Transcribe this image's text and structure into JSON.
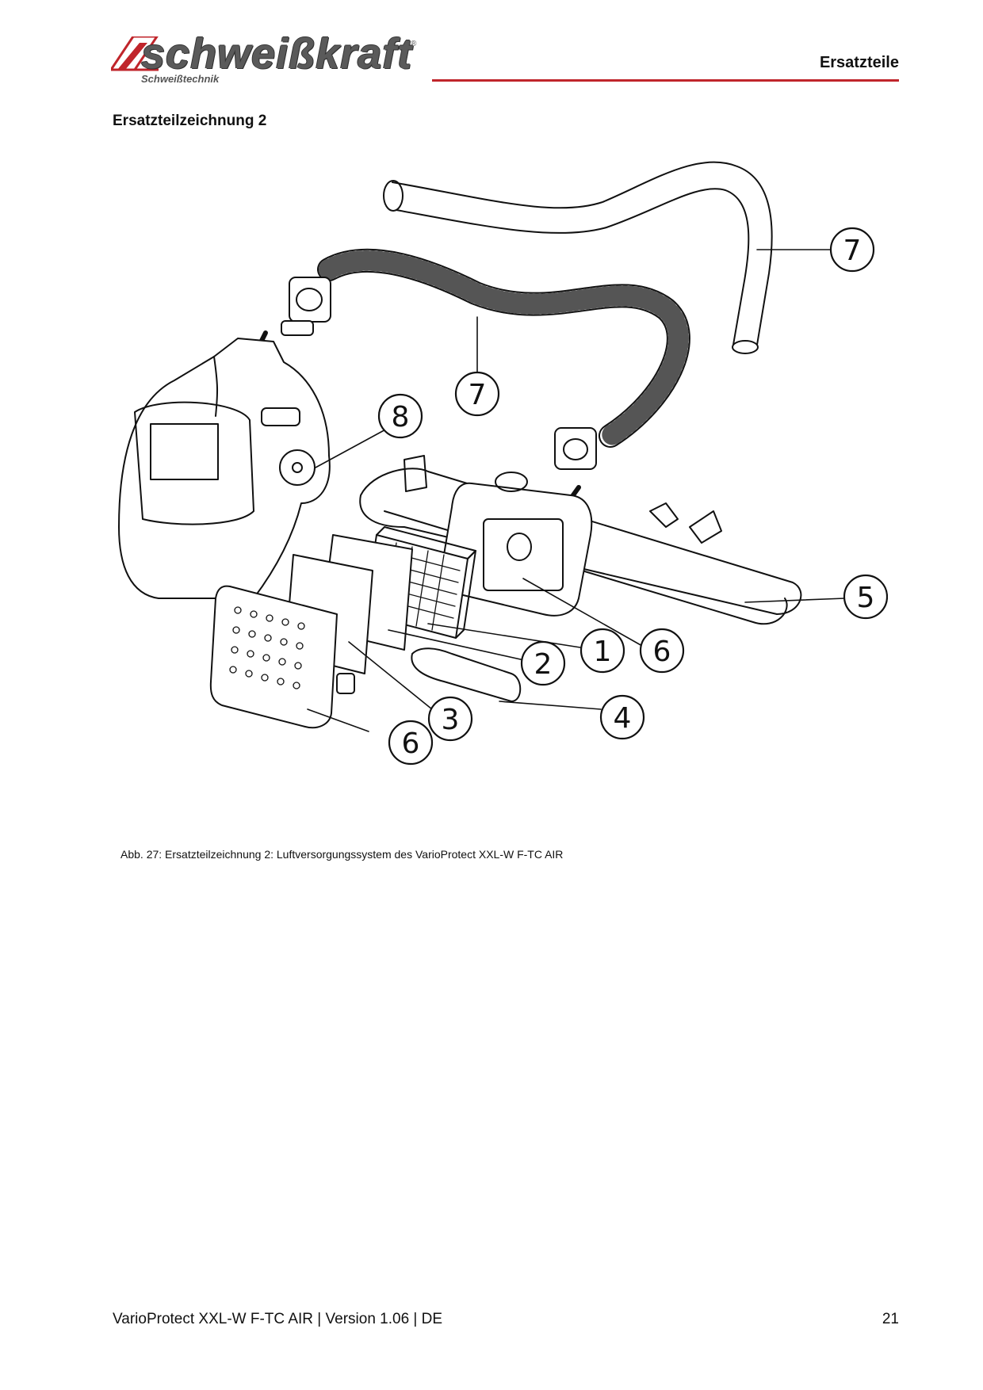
{
  "header": {
    "brand": "schweißkraft",
    "brand_sub": "Schweißtechnik",
    "registered": "®",
    "section_label": "Ersatzteile",
    "accent_color": "#c0252b"
  },
  "page_title": "Ersatzteilzeichnung 2",
  "figure": {
    "callouts": [
      "7",
      "7",
      "8",
      "5",
      "1",
      "6",
      "2",
      "3",
      "4",
      "6"
    ],
    "caption": "Abb. 27: Ersatzteilzeichnung 2: Luftversorgungssystem des  VarioProtect XXL-W F-TC AIR"
  },
  "footer": {
    "left": "VarioProtect XXL-W F-TC AIR | Version 1.06 | DE",
    "page_number": "21"
  }
}
